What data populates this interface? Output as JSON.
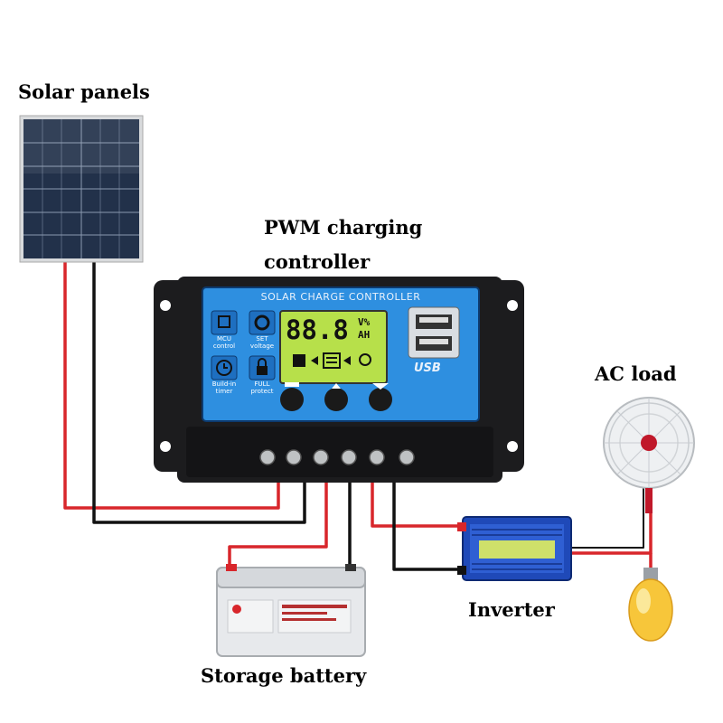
{
  "labels": {
    "solar_panels": "Solar panels",
    "pwm_controller_line1": "PWM charging",
    "pwm_controller_line2": "controller",
    "ac_load": "AC load",
    "inverter": "Inverter",
    "storage_battery": "Storage battery"
  },
  "controller": {
    "panel_title": "SOLAR CHARGE CONTROLLER",
    "lcd_digits": "88.8",
    "lcd_unit_top": "V%",
    "lcd_unit_bottom": "AH",
    "usb_label": "USB",
    "feature_mcu_1": "MCU",
    "feature_mcu_2": "control",
    "feature_set_1": "SET",
    "feature_set_2": "voltage",
    "feature_timer_1": "Build-in",
    "feature_timer_2": "timer",
    "feature_full_1": "FULL",
    "feature_full_2": "protect"
  },
  "colors": {
    "positive_wire": "#d8262b",
    "negative_wire": "#111111",
    "controller_body": "#1c1c1e",
    "controller_face": "#2e8fe0",
    "lcd": "#b7e04a",
    "inverter_body": "#1f49b8"
  }
}
